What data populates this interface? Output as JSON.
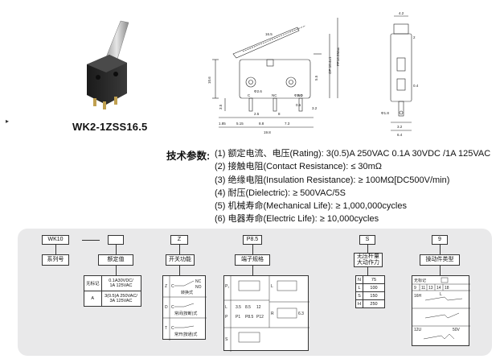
{
  "product": {
    "model": "WK2-1ZSS16.5"
  },
  "drawing": {
    "dims": {
      "lever_len": "16.5",
      "w_top": "4.2",
      "h_op": "OP:10.4±1",
      "h_fp": "FP16.5Max",
      "h_left": "10.6",
      "h_small": "5.5",
      "h_term": "3.5",
      "w_a": "1.85",
      "w_b": "5.15",
      "w_c": "8.8",
      "w_d": "7.3",
      "w_total": "19.8",
      "pin_l": "2.5",
      "pin_m": "8",
      "hole_dia": "Φ2.6",
      "hole_r": "Φ2.4",
      "t_gap": "3.2",
      "t_depth": "0.5",
      "r_w1": "2",
      "r_w2": "0.4",
      "r_w3": "3.2",
      "r_w4": "6.4",
      "r_dia": "Φ1.8"
    },
    "terminals": {
      "c": "C",
      "nc": "NC",
      "no": "NO"
    }
  },
  "specs": {
    "title": "技术参数:",
    "items": [
      "(1) 额定电流、电压(Rating):  3(0.5)A 250VAC   0.1A 30VDC  /1A  125VAC",
      "(2) 接触电阻(Contact Resistance):  ≤ 30mΩ",
      "(3) 绝缘电阻(Insulation Resistance):  ≥ 100MΩ[DC500V/min)",
      "(4) 耐压(Dielectric):  ≥ 500VAC/5S",
      "(5) 机械寿命(Mechanical Life):  ≥ 1,000,000cycles",
      "(6) 电器寿命(Electric Life):  ≥ 10,000cycles"
    ]
  },
  "ordering": {
    "codes": [
      "WK10",
      "",
      "Z",
      "P8.5",
      "S",
      "9"
    ],
    "labels": [
      "系列号",
      "额定值",
      "开关功能",
      "端子规格",
      "无压杆量\n大动作力",
      "操动件类型"
    ],
    "rating": {
      "rows": [
        {
          "k": "无标记",
          "v": "0.1A30VDC/\n1A 125VAC"
        },
        {
          "k": "A",
          "v": "3(0.5)A 250VAC/\n3A  125VAC"
        }
      ]
    },
    "function": {
      "rows": [
        {
          "k": "Z",
          "nc": "NC",
          "c": "C",
          "no": "NO",
          "v": "转换式"
        },
        {
          "k": "D",
          "c": "C",
          "v": "常闭(按断)式"
        },
        {
          "k": "T",
          "c": "C",
          "v": "常开(按通)式"
        }
      ]
    },
    "terminal": {
      "p1": "P₁",
      "l": "L",
      "r": "R",
      "s": "S",
      "dims": [
        "L",
        "3.5",
        "8.5",
        "12",
        "P",
        "P1",
        "P8.5",
        "P12"
      ],
      "r_dim": "6.3"
    },
    "force": {
      "rows": [
        [
          "N",
          "75"
        ],
        [
          "L",
          "100"
        ],
        [
          "S",
          "150"
        ],
        [
          "H",
          "250"
        ]
      ]
    },
    "actuator": {
      "blank": "无标记",
      "codes": [
        "9",
        "11",
        "13",
        "14",
        "18"
      ],
      "h16": "16H",
      "l_label": "L",
      "u12": "12U",
      "v50": "50V"
    }
  }
}
